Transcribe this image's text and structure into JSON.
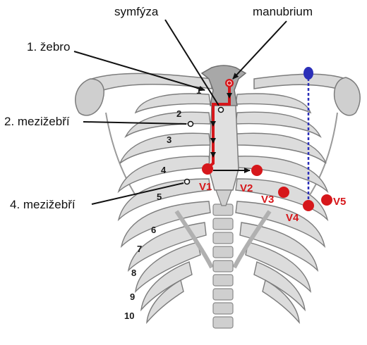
{
  "labels": {
    "symfyza": "symfýza",
    "manubrium": "manubrium",
    "rib1": "1. žebro",
    "ics2": "2. mezižebří",
    "ics4": "4. mezižebří"
  },
  "rib_numbers": [
    "1",
    "2",
    "3",
    "4",
    "5",
    "6",
    "7",
    "8",
    "9",
    "10"
  ],
  "electrodes": [
    "V1",
    "V2",
    "V3",
    "V4",
    "V5"
  ],
  "colors": {
    "bone": "#d9d9d9",
    "bone_dark": "#a8a8a8",
    "bone_outline": "#7c7c7c",
    "electrode": "#d6171b",
    "path": "#d6171b",
    "midclavicular": "#2b2fb8",
    "arrow": "#111111"
  }
}
